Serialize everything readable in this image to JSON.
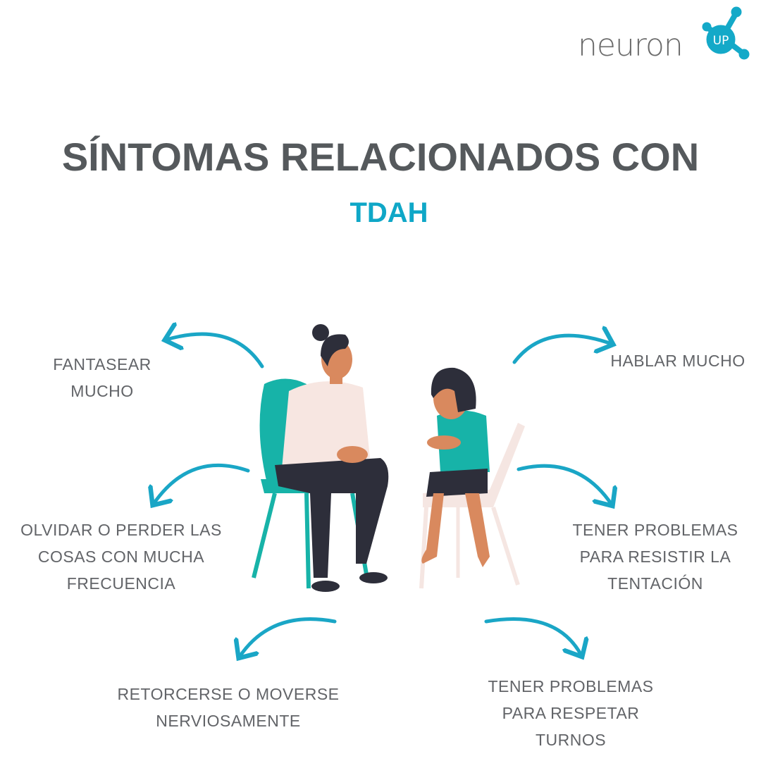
{
  "logo": {
    "word": "neuron",
    "badge": "UP"
  },
  "header": {
    "title": "SÍNTOMAS RELACIONADOS CON",
    "subtitle": "TDAH"
  },
  "symptoms": [
    {
      "lines": [
        "FANTASEAR",
        "MUCHO"
      ]
    },
    {
      "lines": [
        "HABLAR MUCHO"
      ]
    },
    {
      "lines": [
        "OLVIDAR O PERDER LAS",
        "COSAS CON MUCHA",
        "FRECUENCIA"
      ]
    },
    {
      "lines": [
        "TENER PROBLEMAS",
        "PARA RESISTIR LA",
        "TENTACIÓN"
      ]
    },
    {
      "lines": [
        "RETORCERSE O MOVERSE",
        "NERVIOSAMENTE"
      ]
    },
    {
      "lines": [
        "TENER PROBLEMAS",
        "PARA RESPETAR",
        "TURNOS"
      ]
    }
  ],
  "colors": {
    "accent": "#0fa7c7",
    "text": "#55595c",
    "arrow": "#1aa6c6",
    "chair": "#17b3a8"
  }
}
